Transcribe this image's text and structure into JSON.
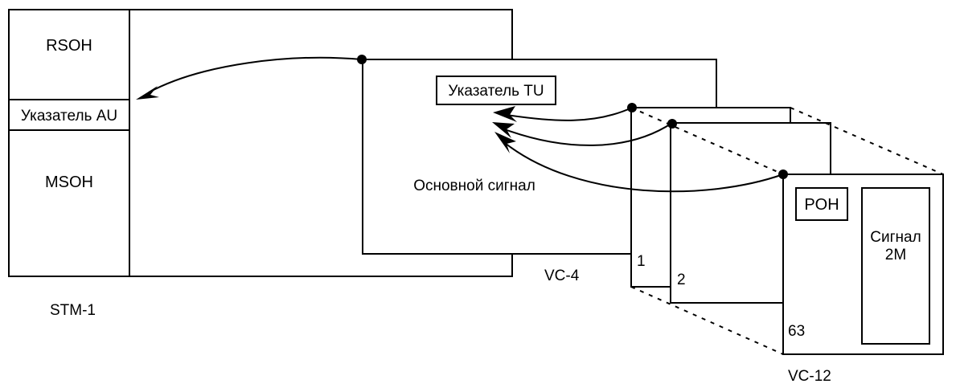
{
  "stm1": {
    "rsoh": "RSOH",
    "au_pointer": "Указатель AU",
    "msoh": "MSOH",
    "caption": "STM-1"
  },
  "vc4": {
    "tu_pointer": "Указатель TU",
    "payload": "Основной сигнал",
    "caption": "VC-4"
  },
  "vc12": {
    "frame1_number": "1",
    "frame2_number": "2",
    "frame63_number": "63",
    "poh": "POH",
    "signal_line1": "Сигнал",
    "signal_line2": "2M",
    "caption": "VC-12"
  }
}
